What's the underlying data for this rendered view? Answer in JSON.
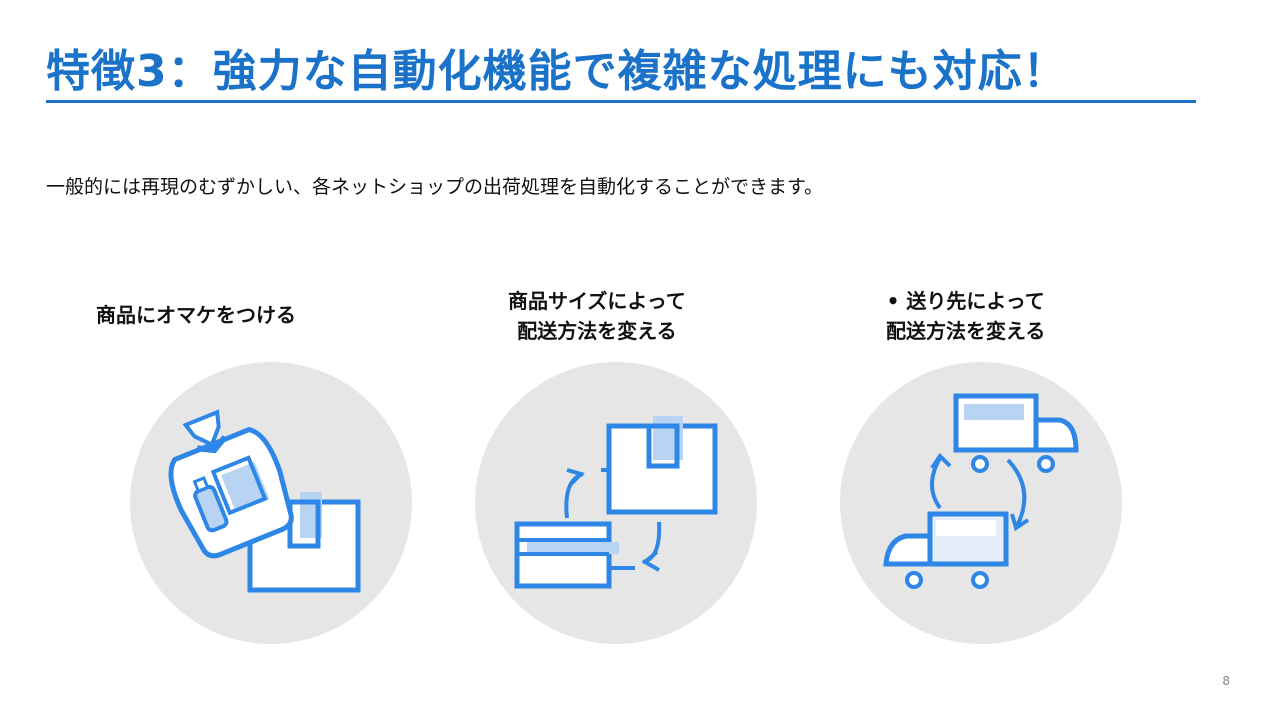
{
  "slide": {
    "title": "特徴3：強力な自動化機能で複雑な処理にも対応！",
    "description": "一般的には再現のむずかしい、各ネットショップの出荷処理を自動化することができます。",
    "page_number": "8"
  },
  "features": [
    {
      "label_line1": "商品にオマケをつける",
      "label_line2": "",
      "icon": "gift-bag-box-icon"
    },
    {
      "label_line1": "商品サイズによって",
      "label_line2": "配送方法を変える",
      "icon": "box-exchange-icon"
    },
    {
      "label_line1": "•  送り先によって",
      "label_line2": "配送方法を変える",
      "icon": "truck-exchange-icon"
    }
  ],
  "colors": {
    "title": "#1a73c9",
    "icon_stroke": "#2e86e6",
    "icon_fill_light": "#b9d4f3",
    "circle_bg": "#e6e6e6"
  }
}
